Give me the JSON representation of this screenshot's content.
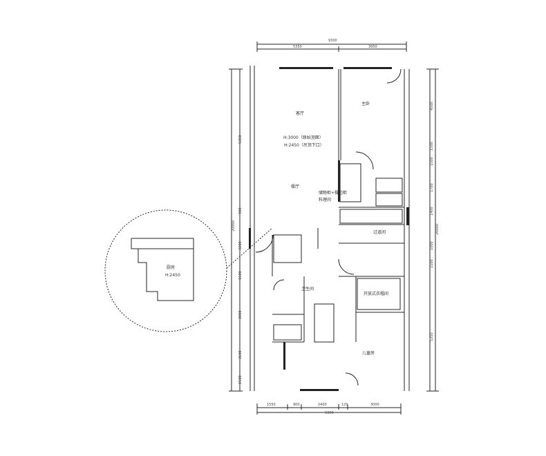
{
  "rooms": {
    "living": "客厅",
    "ceiling_1": "H:3000（原始顶面）",
    "ceiling_2": "H:2450（吊顶下口）",
    "master": "主卧",
    "dining": "餐厅",
    "storage": "储物柜+餐边柜",
    "storage_2": "料理间",
    "walkway": "过道间",
    "bath": "卫生间",
    "open_wardrobe": "开放式衣帽间",
    "kids": "儿童房",
    "kitchen_inset": "厨房",
    "kitchen_inset_h": "H:2450"
  },
  "dimensions": {
    "top_total": "9300",
    "top_left": "5350",
    "top_right": "3950",
    "bottom_1": "1550",
    "bottom_2": "900",
    "bottom_3": "2400",
    "bottom_4": "120",
    "bottom_5": "3000",
    "bottom_total": "9300",
    "left_outer": "20000",
    "left_1": "5350",
    "left_2": "900",
    "left_3": "3200",
    "left_4": "1500",
    "left_5": "3000",
    "left_6": "3100",
    "left_7": "1500",
    "right_1": "4500",
    "right_2": "1500",
    "right_3": "1500",
    "right_4": "1700",
    "right_5": "1400",
    "right_6": "20000",
    "right_7": "1000",
    "right_8": "1500",
    "right_9": "5350"
  }
}
